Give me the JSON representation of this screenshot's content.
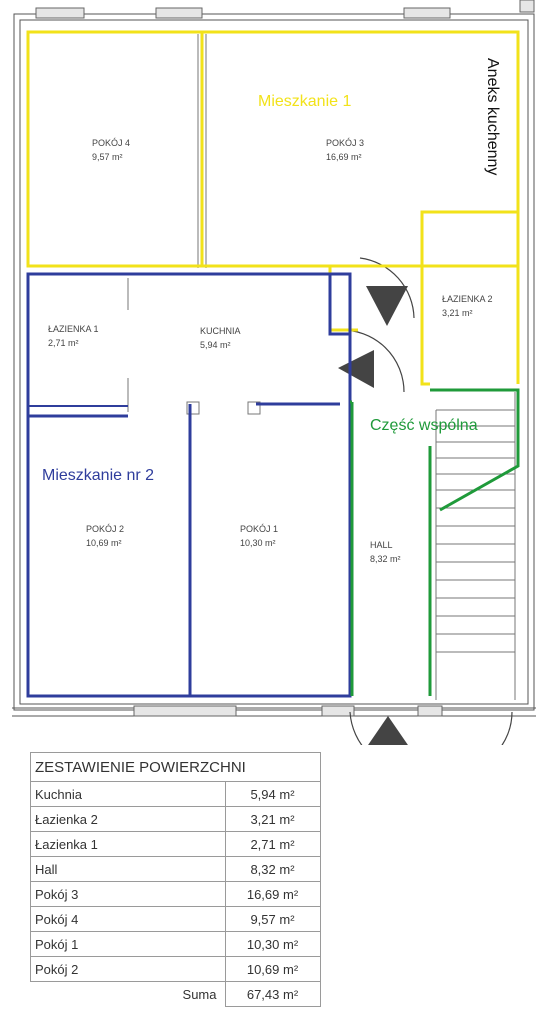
{
  "zones": {
    "apartment1": {
      "title": "Mieszkanie 1",
      "color": "#f2e21a"
    },
    "apartment2": {
      "title": "Mieszkanie nr 2",
      "color": "#2f3d9c"
    },
    "common": {
      "title": "Część wspólna",
      "color": "#1f9a3a"
    },
    "kitchenette": {
      "title": "Aneks kuchenny"
    }
  },
  "rooms": {
    "pokoj4": {
      "name": "POKÓJ 4",
      "area": "9,57 m²"
    },
    "pokoj3": {
      "name": "POKÓJ 3",
      "area": "16,69 m²"
    },
    "lazienka2": {
      "name": "ŁAZIENKA 2",
      "area": "3,21 m²"
    },
    "lazienka1": {
      "name": "ŁAZIENKA 1",
      "area": "2,71 m²"
    },
    "kuchnia": {
      "name": "KUCHNIA",
      "area": "5,94 m²"
    },
    "pokoj2": {
      "name": "POKÓJ 2",
      "area": "10,69 m²"
    },
    "pokoj1": {
      "name": "POKÓJ 1",
      "area": "10,30 m²"
    },
    "hall": {
      "name": "HALL",
      "area": "8,32 m²"
    }
  },
  "summary": {
    "title": "ZESTAWIENIE POWIERZCHNI",
    "rows": [
      {
        "name": "Kuchnia",
        "value": "5,94 m²"
      },
      {
        "name": "Łazienka 2",
        "value": "3,21 m²"
      },
      {
        "name": "Łazienka 1",
        "value": "2,71 m²"
      },
      {
        "name": "Hall",
        "value": "8,32 m²"
      },
      {
        "name": "Pokój 3",
        "value": "16,69 m²"
      },
      {
        "name": "Pokój 4",
        "value": "9,57 m²"
      },
      {
        "name": "Pokój 1",
        "value": "10,30 m²"
      },
      {
        "name": "Pokój 2",
        "value": "10,69 m²"
      }
    ],
    "total_label": "Suma",
    "total_value": "67,43 m²"
  }
}
